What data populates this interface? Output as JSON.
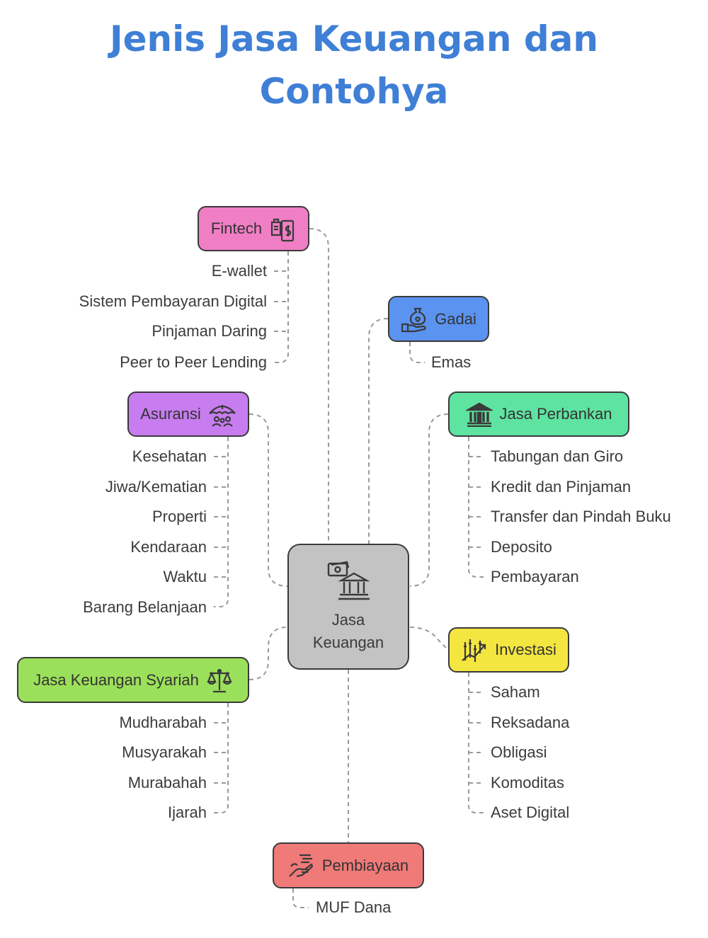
{
  "title": {
    "line1": "Jenis Jasa Keuangan dan",
    "line2": "Contohya"
  },
  "colors": {
    "title": "#3f7fd6",
    "fintech": "#f07ec4",
    "gadai": "#5b93f0",
    "asuransi": "#c77cf0",
    "perbankan": "#5fe3a1",
    "syariah": "#9be05a",
    "investasi": "#f4e640",
    "pembiayaan": "#f07a78",
    "center": "#c3c3c3"
  },
  "center": {
    "line1": "Jasa",
    "line2": "Keuangan",
    "icon": "bank-money-icon"
  },
  "fintech": {
    "label": "Fintech",
    "icon": "mobile-payment-icon",
    "items": [
      "E-wallet",
      "Sistem Pembayaran Digital",
      "Pinjaman Daring",
      "Peer to Peer Lending"
    ]
  },
  "gadai": {
    "label": "Gadai",
    "icon": "pawn-hand-icon",
    "items": [
      "Emas"
    ]
  },
  "asuransi": {
    "label": "Asuransi",
    "icon": "umbrella-family-icon",
    "items": [
      "Kesehatan",
      "Jiwa/Kematian",
      "Properti",
      "Kendaraan",
      "Waktu",
      "Barang Belanjaan"
    ]
  },
  "perbankan": {
    "label": "Jasa Perbankan",
    "icon": "bank-building-icon",
    "items": [
      "Tabungan dan Giro",
      "Kredit dan Pinjaman",
      "Transfer dan Pindah Buku",
      "Deposito",
      "Pembayaran"
    ]
  },
  "syariah": {
    "label": "Jasa Keuangan Syariah",
    "icon": "scales-icon",
    "items": [
      "Mudharabah",
      "Musyarakah",
      "Murabahah",
      "Ijarah"
    ]
  },
  "investasi": {
    "label": "Investasi",
    "icon": "growth-chart-icon",
    "items": [
      "Saham",
      "Reksadana",
      "Obligasi",
      "Komoditas",
      "Aset Digital"
    ]
  },
  "pembiayaan": {
    "label": "Pembiayaan",
    "icon": "hand-money-icon",
    "items": [
      "MUF Dana"
    ]
  }
}
